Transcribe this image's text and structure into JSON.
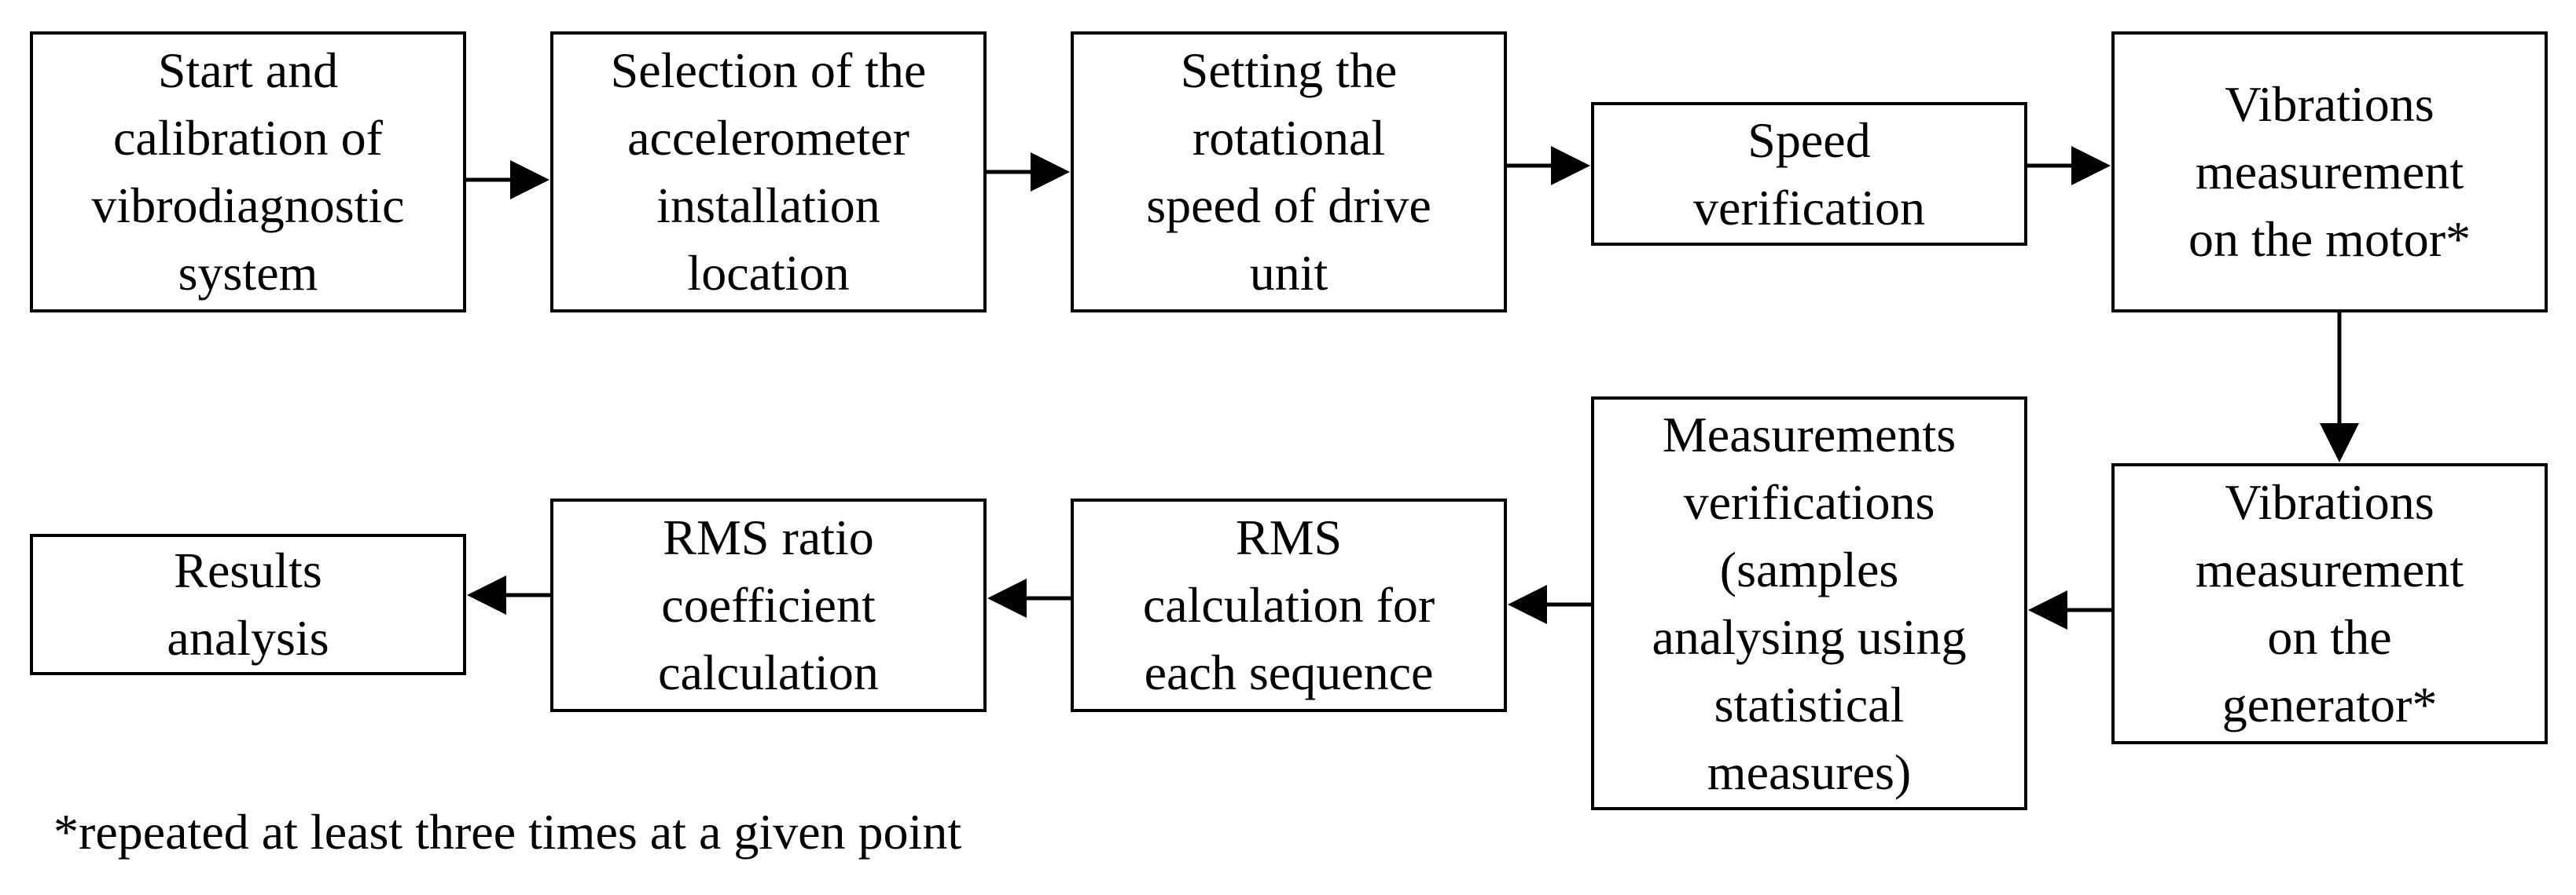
{
  "diagram": {
    "steps": [
      {
        "id": "b1",
        "label": "Start and\ncalibration of\nvibrodiagnostic\nsystem"
      },
      {
        "id": "b2",
        "label": "Selection of the\naccelerometer\ninstallation\nlocation"
      },
      {
        "id": "b3",
        "label": "Setting the\nrotational\nspeed of drive\nunit"
      },
      {
        "id": "b4",
        "label": "Speed\nverification"
      },
      {
        "id": "b5",
        "label": "Vibrations\nmeasurement\non the motor*"
      },
      {
        "id": "b6",
        "label": "Vibrations\nmeasurement\non the\ngenerator*"
      },
      {
        "id": "b7",
        "label": "Measurements\nverifications\n(samples\nanalysing using\nstatistical\nmeasures)"
      },
      {
        "id": "b8",
        "label": "RMS\ncalculation for\neach sequence"
      },
      {
        "id": "b9",
        "label": "RMS ratio\ncoefficient\ncalculation"
      },
      {
        "id": "b10",
        "label": "Results\nanalysis"
      }
    ],
    "footnote": "*repeated at least three times at a given point",
    "colors": {
      "stroke": "#000000",
      "background": "#ffffff"
    }
  }
}
